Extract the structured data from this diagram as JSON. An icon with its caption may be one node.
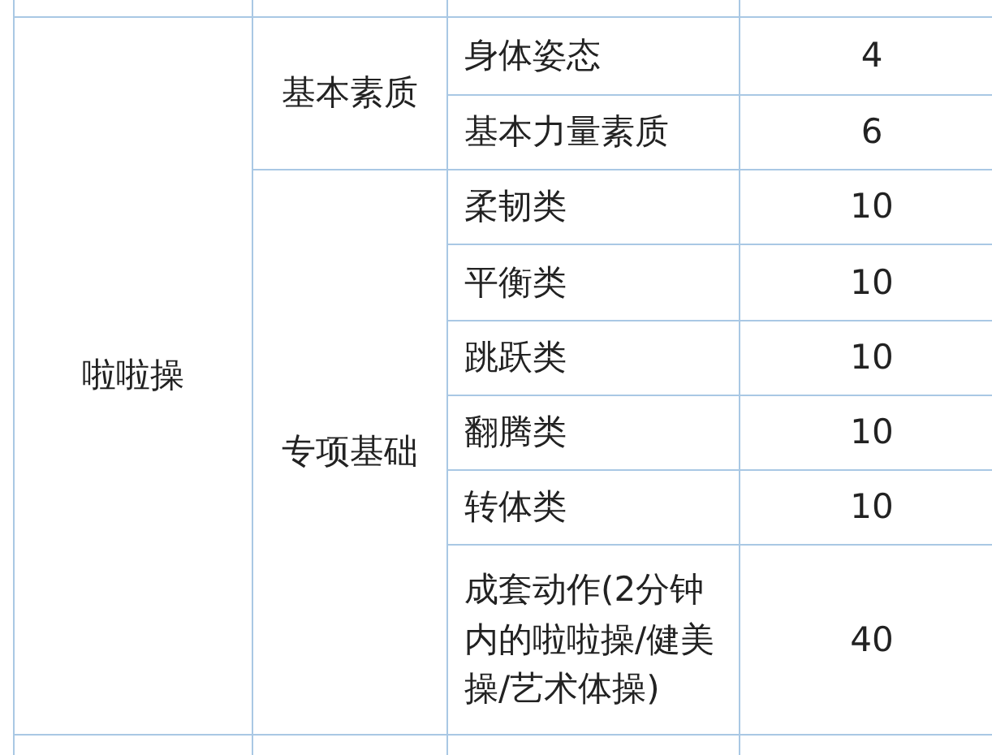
{
  "diagram": {
    "labels": [
      "啦啦操",
      "基本素质",
      "身体姿态",
      "4",
      "基本力量素质",
      "6",
      "专项基础",
      "柔韧类",
      "10",
      "平衡类",
      "10",
      "跳跃类",
      "10",
      "翻腾类",
      "10",
      "转体类",
      "10",
      "成套动作(2分钟内的啦啦操/健美操/艺术体操)",
      "40"
    ]
  }
}
